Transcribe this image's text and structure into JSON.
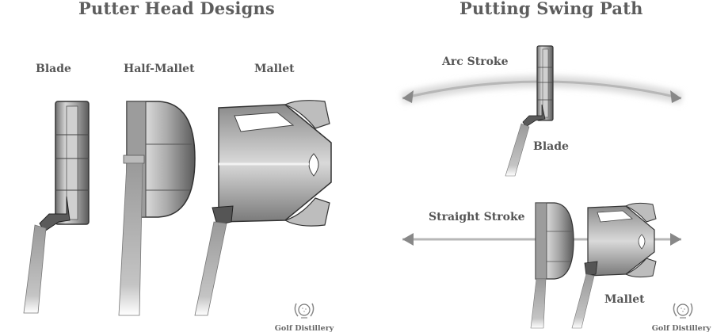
{
  "left_panel": {
    "title": "Putter Head Designs",
    "labels": {
      "blade": "Blade",
      "half_mallet": "Half-Mallet",
      "mallet": "Mallet"
    }
  },
  "right_panel": {
    "title": "Putting Swing Path",
    "arc_stroke": {
      "label": "Arc Stroke",
      "putter_label": "Blade"
    },
    "straight_stroke": {
      "label": "Straight Stroke",
      "putter_label": "Mallet"
    }
  },
  "brand": {
    "name": "Golf Distillery",
    "icon": "golf-ball-laurel-icon"
  }
}
